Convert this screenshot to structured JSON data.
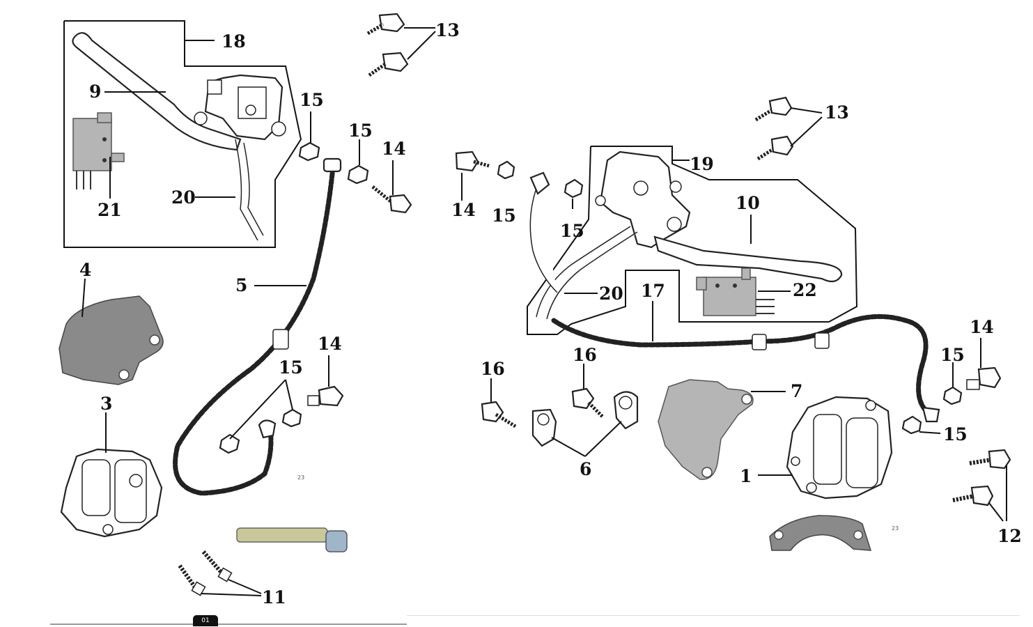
{
  "callouts": {
    "c1": "1",
    "c3": "3",
    "c4": "4",
    "c5": "5",
    "c6": "6",
    "c7": "7",
    "c9": "9",
    "c10": "10",
    "c11": "11",
    "c12": "12",
    "c13a": "13",
    "c13b": "13",
    "c14a": "14",
    "c14b": "14",
    "c14c": "14",
    "c14d": "14",
    "c15a": "15",
    "c15b": "15",
    "c15c": "15",
    "c15d": "15",
    "c15e": "15",
    "c15f": "15",
    "c15g": "15",
    "c16a": "16",
    "c16b": "16",
    "c17": "17",
    "c18": "18",
    "c19": "19",
    "c20a": "20",
    "c20b": "20",
    "c21": "21",
    "c22": "22"
  },
  "small_marks": {
    "m1": "23",
    "m2": "23"
  },
  "page_tab": "01"
}
